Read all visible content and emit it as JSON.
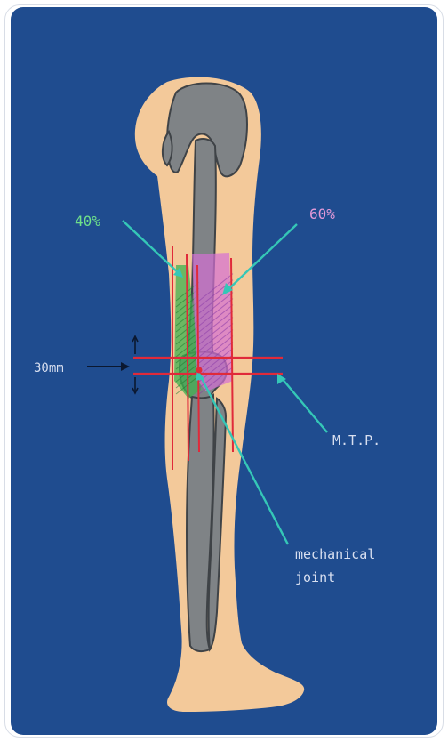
{
  "labels": {
    "green_percent": "40%",
    "pink_percent": "60%",
    "distance": "30mm",
    "mtp": "M.T.P.",
    "mechanical_line1": "mechanical",
    "mechanical_line2": "joint"
  },
  "colors": {
    "background": "#1f4c8f",
    "skin": "#f3c99a",
    "bone": "#7f8386",
    "bone_outline": "#3f4347",
    "green_zone": "#3fb24f",
    "pink_zone": "#d46fd4",
    "red_line": "#e02a3a",
    "arrow": "#35c7b7",
    "label_green": "#6fe08a",
    "label_pink": "#e39ad8",
    "label_dark": "#0b1830",
    "label_white": "#d8dff0"
  }
}
